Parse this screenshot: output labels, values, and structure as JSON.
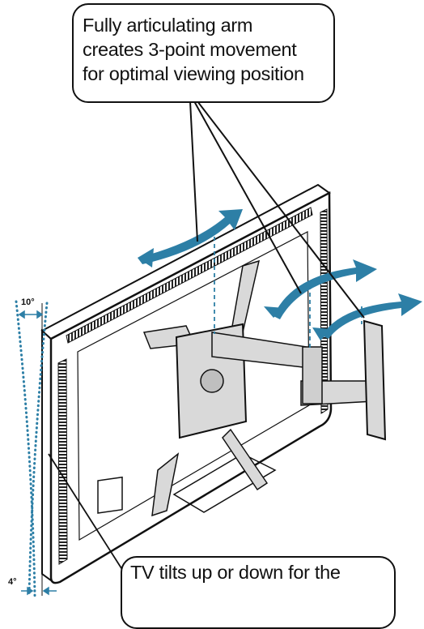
{
  "callouts": {
    "top": {
      "line1": "Fully articulating arm",
      "line2": "creates 3-point movement",
      "line3": "for optimal viewing position"
    },
    "bottom": {
      "line1": "TV tilts up or down for the"
    }
  },
  "tilt": {
    "up_label": "10°",
    "down_label": "4°"
  },
  "colors": {
    "accent": "#2d7fa6",
    "line": "#111111",
    "tv_fill": "#ffffff",
    "mount_fill": "#d9d9d9"
  }
}
